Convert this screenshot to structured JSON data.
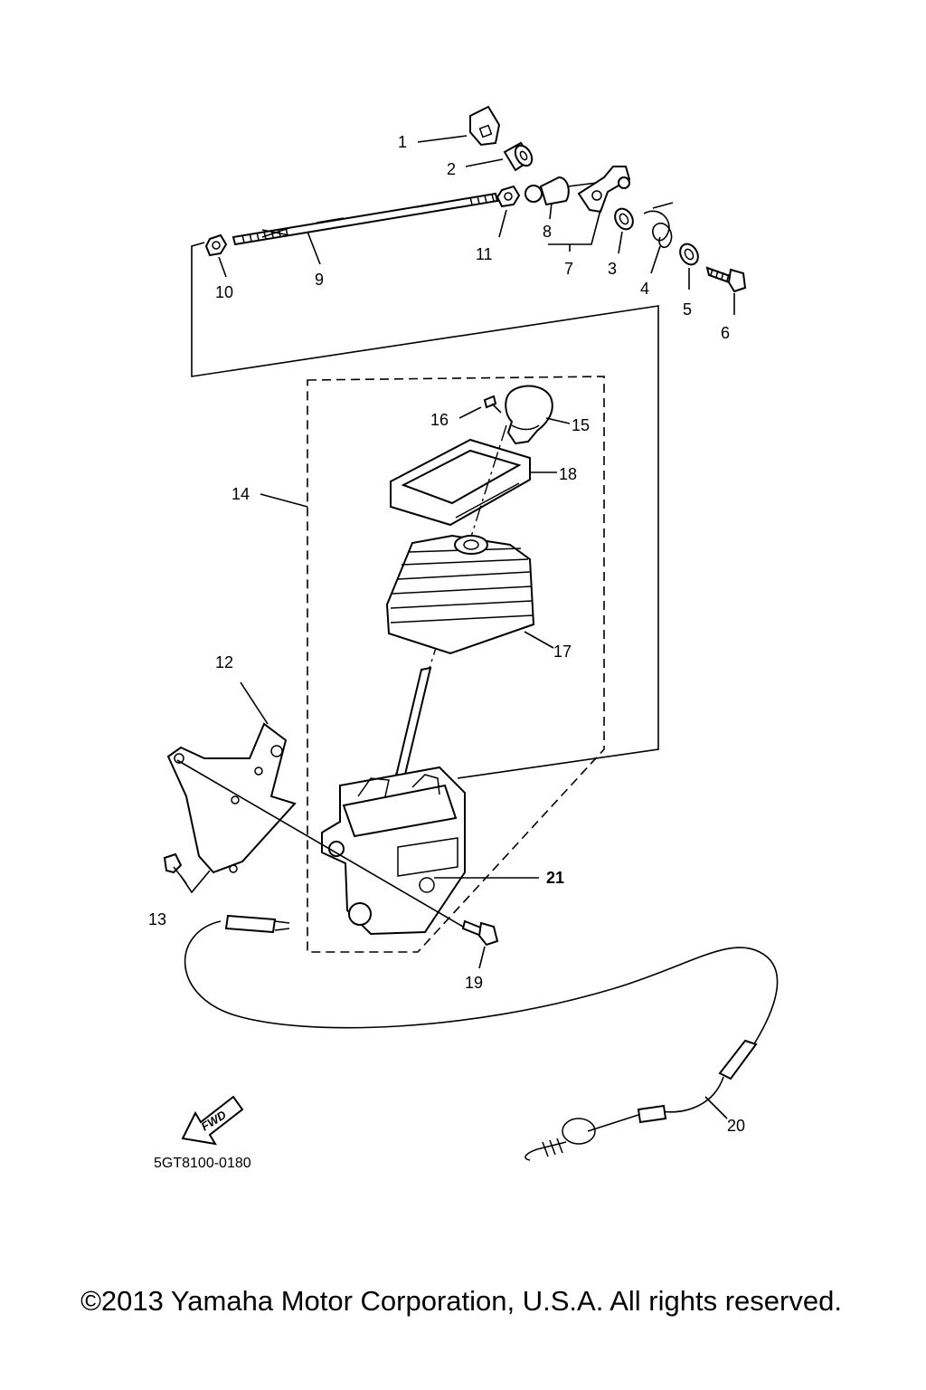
{
  "callouts": {
    "c1": "1",
    "c2": "2",
    "c3": "3",
    "c4": "4",
    "c5": "5",
    "c6": "6",
    "c7": "7",
    "c8": "8",
    "c9": "9",
    "c10": "10",
    "c11": "11",
    "c12": "12",
    "c13": "13",
    "c14": "14",
    "c15": "15",
    "c16": "16",
    "c17": "17",
    "c18": "18",
    "c19": "19",
    "c20": "20",
    "c21": "21"
  },
  "fwd_label": "FWD",
  "diagram_code": "5GT8100-0180",
  "copyright": "©2013 Yamaha Motor Corporation, U.S.A. All rights reserved."
}
